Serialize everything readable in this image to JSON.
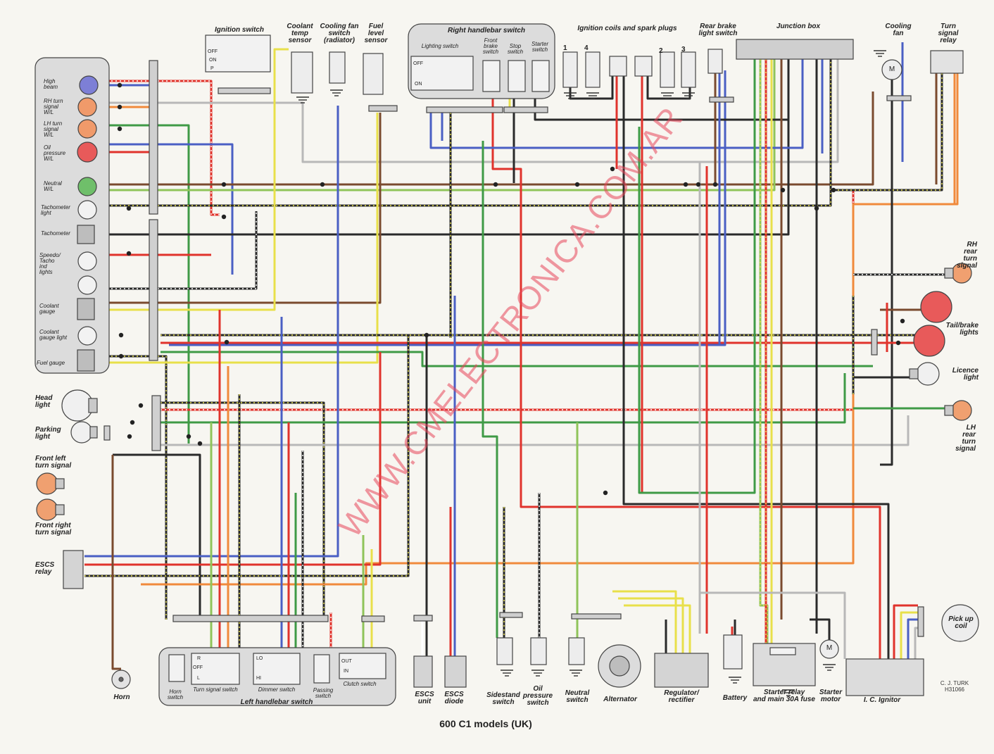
{
  "caption": "600 C1 models (UK)",
  "watermark": "WWW.CMELECTRONICA.COM.AR",
  "credit": "C. J. TURK\nH31066",
  "colors": {
    "red": "#e0332c",
    "black": "#2a2a2a",
    "blue": "#4a5fc4",
    "green": "#3f9a46",
    "lightgreen": "#8fc45a",
    "yellow": "#e8e04a",
    "orange": "#f08a3c",
    "brown": "#7a4a2e",
    "grey": "#b8b8b8",
    "white": "#ffffff",
    "pink": "#f19a9a"
  },
  "labels": {
    "ignition_switch": "Ignition switch",
    "ign_off": "OFF",
    "ign_on": "ON",
    "ign_p": "P",
    "coolant_temp_sensor": "Coolant\ntemp\nsensor",
    "cooling_fan_switch": "Cooling fan\nswitch\n(radiator)",
    "fuel_level_sensor": "Fuel\nlevel\nsensor",
    "right_handlebar_switch": "Right handlebar switch",
    "lighting_switch": "Lighting switch",
    "front_brake_switch": "Front\nbrake\nswitch",
    "stop_switch": "Stop\nswitch",
    "starter_switch": "Starter\nswitch",
    "light_off": "OFF",
    "light_on": "ON",
    "ignition_coils": "Ignition coils and spark plugs",
    "coil_1": "1",
    "coil_4": "4",
    "coil_2": "2",
    "coil_3": "3",
    "rear_brake_light_switch": "Rear brake\nlight switch",
    "junction_box": "Junction box",
    "cooling_fan": "Cooling\nfan",
    "turn_signal_relay": "Turn\nsignal\nrelay",
    "motor_m": "M",
    "high_beam": "High\nbeam",
    "rh_turn_wl": "RH turn\nsignal\nW/L",
    "lh_turn_wl": "LH turn\nsignal\nW/L",
    "oil_pressure_wl": "Oil\npressure\nW/L",
    "neutral_wl": "Neutral\nW/L",
    "tacho_light": "Tachometer\nlight",
    "tachometer": "Tachometer",
    "speedo_lights": "Speedo/\nTacho\nind\nlights",
    "coolant_gauge": "Coolant\ngauge",
    "coolant_gauge_light": "Coolant\ngauge light",
    "fuel_gauge": "Fuel gauge",
    "head_light": "Head\nlight",
    "parking_light": "Parking\nlight",
    "front_left_turn": "Front left\nturn signal",
    "front_right_turn": "Front right\nturn signal",
    "escs_relay": "ESCS\nrelay",
    "horn": "Horn",
    "horn_switch": "Horn\nswitch",
    "turn_signal_switch": "Turn signal switch",
    "dimmer_switch": "Dimmer switch",
    "passing_switch": "Passing\nswitch",
    "clutch_switch": "Clutch switch",
    "left_handlebar_switch": "Left handlebar switch",
    "turn_r": "R",
    "turn_off": "OFF",
    "turn_l": "L",
    "dim_lo": "LO",
    "dim_hi": "HI",
    "clutch_out": "OUT",
    "clutch_in": "IN",
    "escs_unit": "ESCS\nunit",
    "escs_diode": "ESCS\ndiode",
    "sidestand_switch": "Sidestand\nswitch",
    "oil_pressure_switch": "Oil\npressure\nswitch",
    "neutral_switch": "Neutral\nswitch",
    "alternator": "Alternator",
    "regulator_rectifier": "Regulator/\nrectifier",
    "battery": "Battery",
    "starter_relay": "Starter relay\nand main 30A fuse",
    "starter_motor": "Starter\nmotor",
    "ic_ignitor": "I. C. Ignitor",
    "pickup_coil": "Pick up\ncoil",
    "rh_rear_turn": "RH rear\nturn signal",
    "tail_brake": "Tail/brake\nlights",
    "licence_light": "Licence\nlight",
    "lh_rear_turn": "LH rear\nturn signal"
  }
}
